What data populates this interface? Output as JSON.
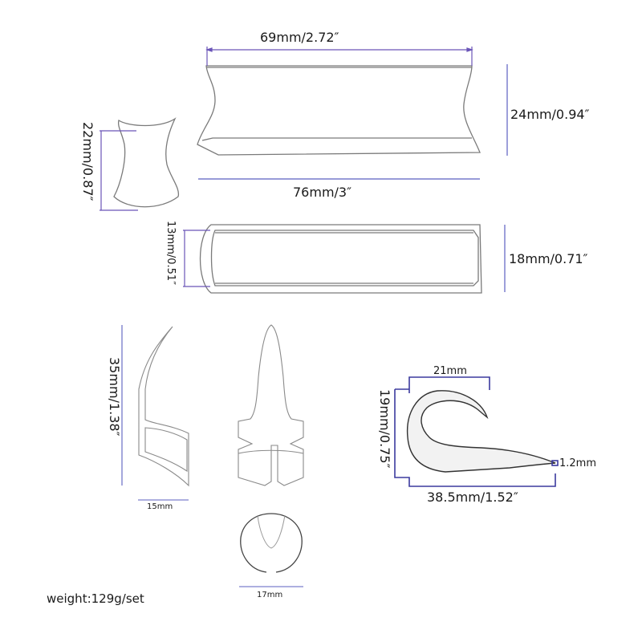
{
  "colors": {
    "dimension_line": "#6a55b8",
    "dimension_line_blue": "#5b5fc0",
    "outline": "#7a7a7a",
    "dark_outline": "#333333"
  },
  "labels": {
    "top_width": "69mm/2.72″",
    "top_height": "24mm/0.94″",
    "bottom_width": "76mm/3″",
    "side_height": "22mm/0.87″",
    "bar_left_height": "13mm/0.51″",
    "bar_right_height": "18mm/0.71″",
    "pick_height": "35mm/1.38″",
    "pick_width": "15mm",
    "ring_width": "17mm",
    "hook_top_width": "21mm",
    "hook_height": "19mm/0.75″",
    "hook_bottom_width": "38.5mm/1.52″",
    "hook_thickness": "1.2mm",
    "weight": "weight:129g/set"
  }
}
